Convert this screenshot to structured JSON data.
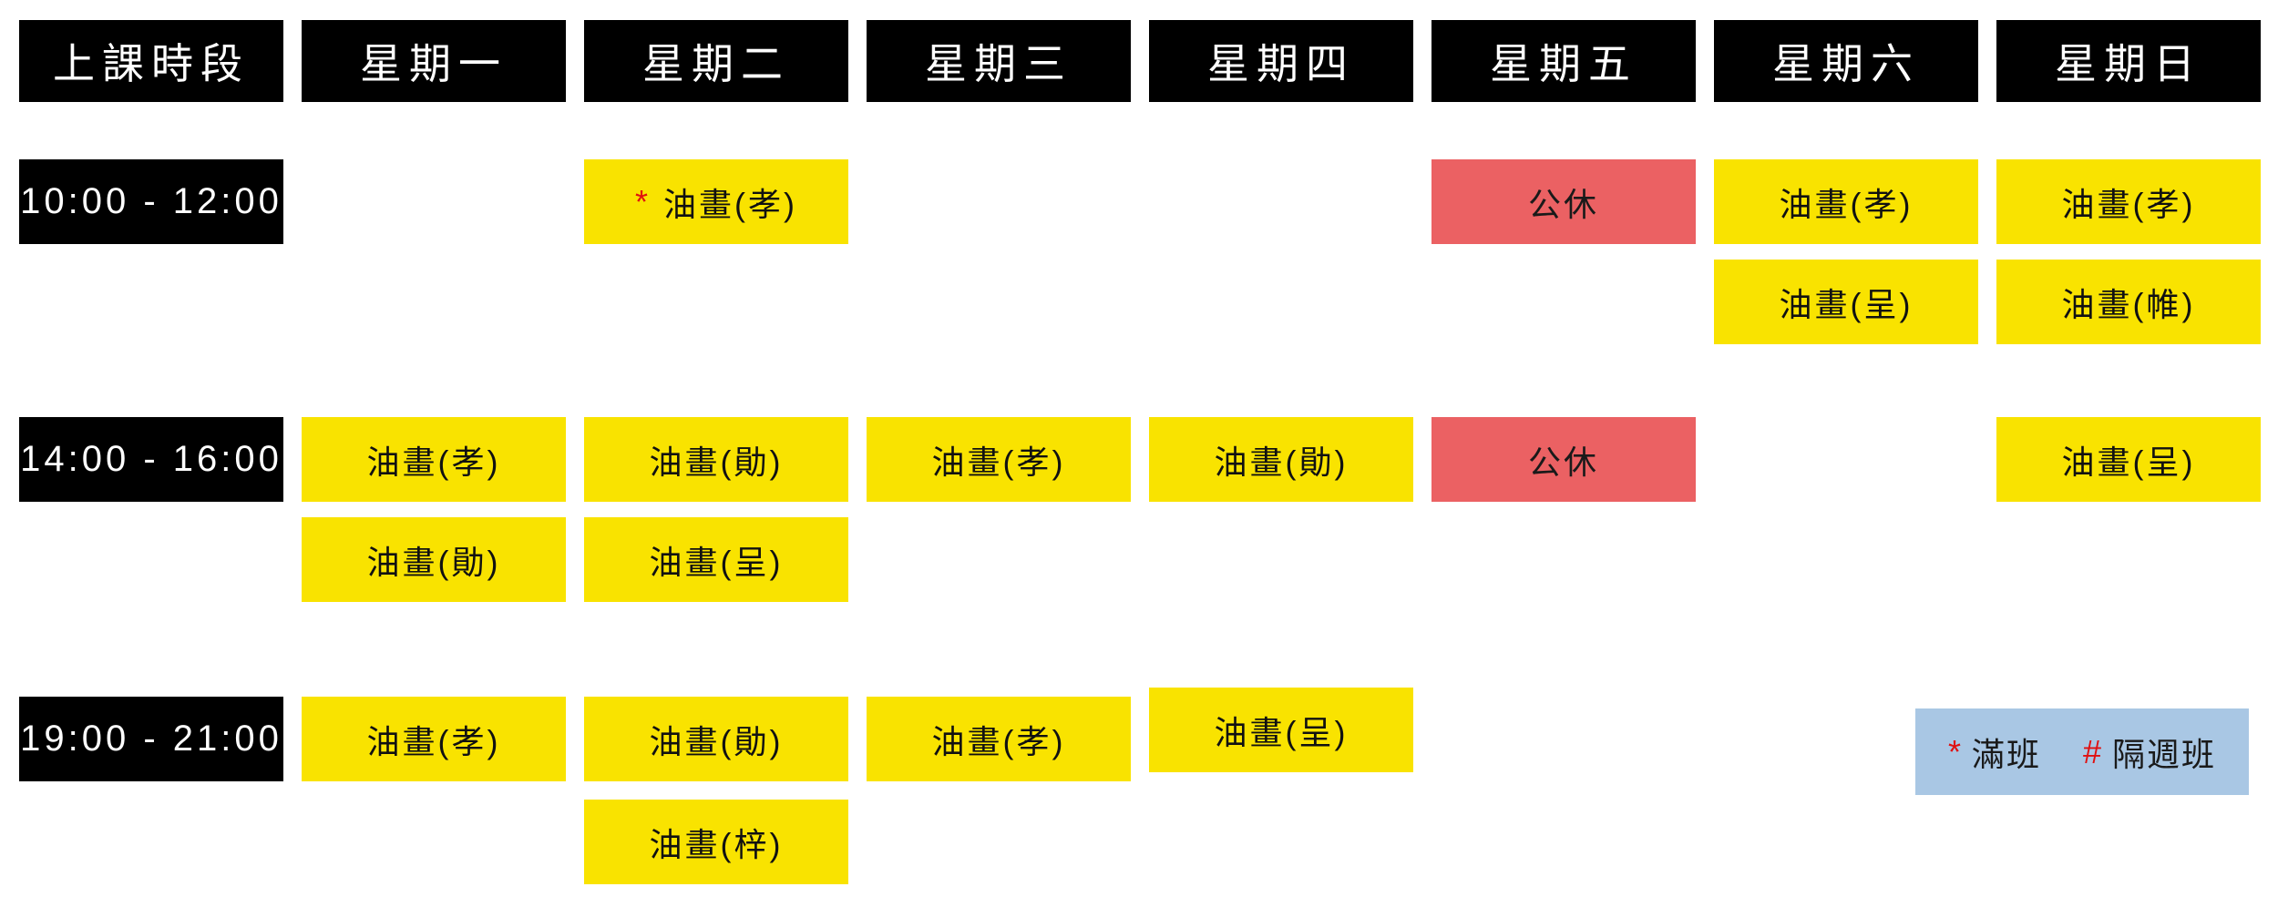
{
  "header": {
    "time_column": "上課時段",
    "days": [
      "星期一",
      "星期二",
      "星期三",
      "星期四",
      "星期五",
      "星期六",
      "星期日"
    ]
  },
  "rows": [
    {
      "time": "10:00 - 12:00",
      "line1": {
        "tue": {
          "prefix": "*",
          "label": "油畫(孝)"
        },
        "fri": {
          "label": "公休"
        },
        "sat": {
          "label": "油畫(孝)"
        },
        "sun": {
          "label": "油畫(孝)"
        }
      },
      "line2": {
        "sat": {
          "label": "油畫(呈)"
        },
        "sun": {
          "label": "油畫(帷)"
        }
      }
    },
    {
      "time": "14:00 - 16:00",
      "line1": {
        "mon": {
          "label": "油畫(孝)"
        },
        "tue": {
          "label": "油畫(勛)"
        },
        "wed": {
          "label": "油畫(孝)"
        },
        "thu": {
          "label": "油畫(勛)"
        },
        "fri": {
          "label": "公休"
        },
        "sun": {
          "label": "油畫(呈)"
        }
      },
      "line2": {
        "mon": {
          "label": "油畫(勛)"
        },
        "tue": {
          "label": "油畫(呈)"
        }
      }
    },
    {
      "time": "19:00 - 21:00",
      "line1": {
        "mon": {
          "label": "油畫(孝)"
        },
        "tue": {
          "label": "油畫(勛)"
        },
        "wed": {
          "label": "油畫(孝)"
        },
        "thu": {
          "label": "油畫(呈)"
        }
      },
      "line2": {
        "tue": {
          "label": "油畫(梓)"
        }
      }
    }
  ],
  "legend": {
    "full_class_symbol": "*",
    "full_class_label": "滿班",
    "biweekly_symbol": "#",
    "biweekly_label": "隔週班"
  },
  "colors": {
    "header_bg": "#000000",
    "header_text": "#ffffff",
    "class_bg": "#f9e300",
    "closed_bg": "#eb6163",
    "legend_bg": "#a9c7e4",
    "marker_red": "#e01010"
  }
}
